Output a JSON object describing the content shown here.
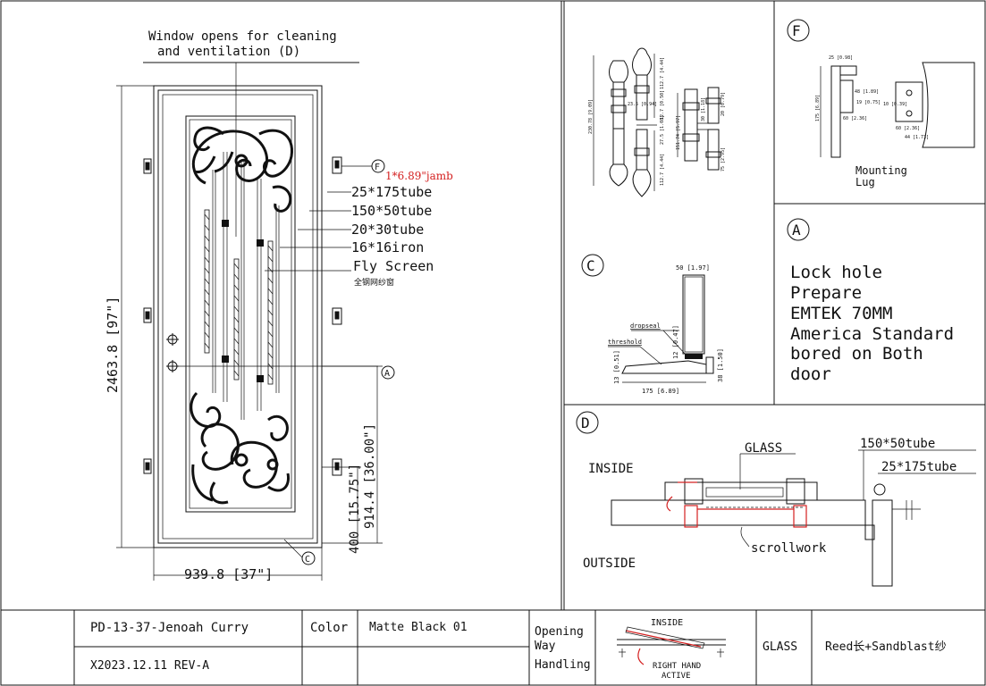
{
  "front": {
    "note_line1": "Window opens for cleaning",
    "note_line2": "and ventilation (D)",
    "jamb_callout": "F",
    "jamb_red": "1*6.89\"jamb",
    "labels": [
      "25*175tube",
      "150*50tube",
      "20*30tube",
      "16*16iron",
      "Fly Screen"
    ],
    "fly_screen_cn": "全钢网纱窗",
    "height_dim": "2463.8 [97\"]",
    "width_dim": "939.8 [37\"]",
    "lock_dim": "914.4 [36.00\"]",
    "bottom_dim": "400 [15.75\"]",
    "lock_callout": "A",
    "bottom_callout": "C"
  },
  "hinge": {
    "dims": [
      "230.78 [9.09]",
      "112.7 [4.44]",
      "23.5 [0.94]",
      "12.7 [0.50]",
      "27.5 [1.08]",
      "151.74 [5.97]",
      "112.7 [4.44]",
      "30 [1.18]",
      "20 [0.79]",
      "75 [2.95]"
    ]
  },
  "panel_f": {
    "callout": "F",
    "caption_line1": "Mounting",
    "caption_line2": "Lug",
    "dims": [
      "25 [0.98]",
      "175 [6.89]",
      "60 [2.36]",
      "60 [2.36]",
      "48 [1.89]",
      "19 [0.75]",
      "10 [0.39]",
      "44 [1.73]"
    ]
  },
  "panel_a": {
    "callout": "A",
    "lines": [
      "Lock hole",
      "Prepare",
      "EMTEK 70MM",
      "America Standard",
      "bored on Both",
      "door"
    ]
  },
  "panel_c": {
    "callout": "C",
    "dropseal": "dropseal",
    "threshold": "threshold",
    "dims": [
      "50 [1.97]",
      "12 [0.47]",
      "38 [1.50]",
      "13 [0.51]",
      "175 [6.89]"
    ]
  },
  "panel_d": {
    "callout": "D",
    "glass": "GLASS",
    "tube1": "150*50tube",
    "tube2": "25*175tube",
    "inside": "INSIDE",
    "outside": "OUTSIDE",
    "scrollwork": "scrollwork"
  },
  "title_block": {
    "model": "PD-13-37-Jenoah Curry",
    "version": "X2023.12.11 REV-A",
    "color_label": "Color",
    "color_value": "Matte Black 01",
    "opening_line1": "Opening",
    "opening_line2": "Way",
    "opening_line3": "Handling",
    "swing_inside": "INSIDE",
    "swing_right_line1": "RIGHT HAND",
    "swing_right_line2": "ACTIVE",
    "glass_label": "GLASS",
    "glass_value": "Reed长+Sandblast纱"
  }
}
